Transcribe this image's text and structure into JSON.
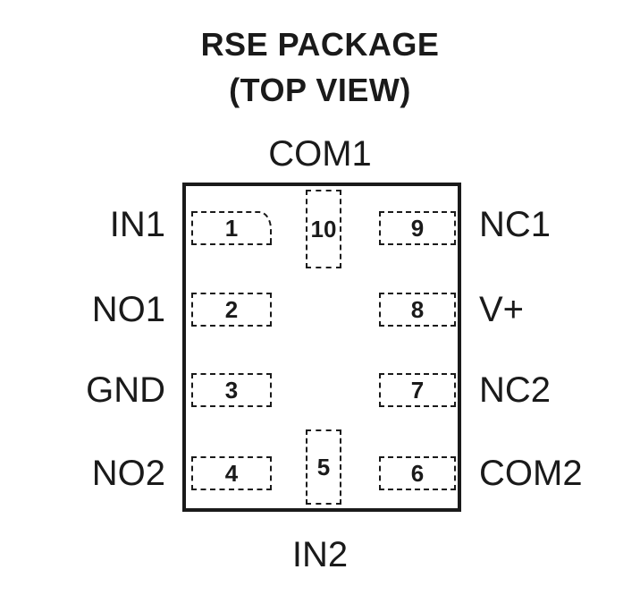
{
  "title": {
    "line1": "RSE PACKAGE",
    "line2": "(TOP VIEW)"
  },
  "pins": [
    {
      "number": "1",
      "name": "IN1"
    },
    {
      "number": "2",
      "name": "NO1"
    },
    {
      "number": "3",
      "name": "GND"
    },
    {
      "number": "4",
      "name": "NO2"
    },
    {
      "number": "5",
      "name": "IN2"
    },
    {
      "number": "6",
      "name": "COM2"
    },
    {
      "number": "7",
      "name": "NC2"
    },
    {
      "number": "8",
      "name": "V+"
    },
    {
      "number": "9",
      "name": "NC1"
    },
    {
      "number": "10",
      "name": "COM1"
    }
  ]
}
